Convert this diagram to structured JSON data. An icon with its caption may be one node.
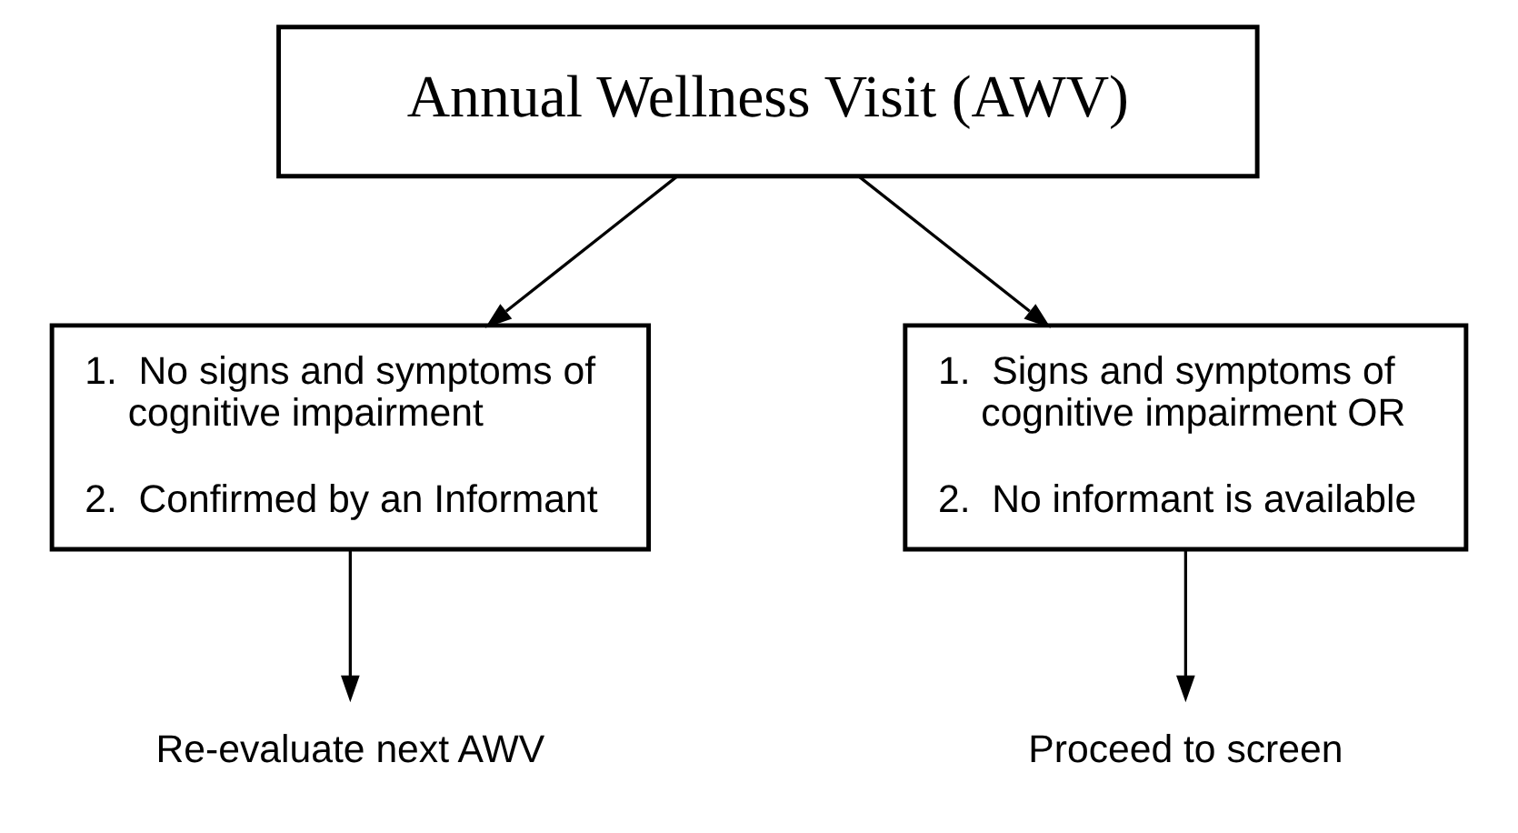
{
  "diagram": {
    "nodes": [
      {
        "text": [
          "Annual Wellness Visit (AWV)"
        ]
      },
      {
        "text": [
          "1.  No signs and symptoms of cognitive impairment",
          "2.  Confirmed by an Informant"
        ]
      },
      {
        "text": [
          "1.  Signs and symptoms of cognitive impairment OR",
          "2.  No informant is available"
        ]
      },
      {
        "text": [
          "Re-evaluate next AWV"
        ]
      },
      {
        "text": [
          "Proceed to screen"
        ]
      }
    ],
    "edges": [
      {
        "from": 0,
        "to": 1,
        "arrow": "to"
      },
      {
        "from": 0,
        "to": 2,
        "arrow": "to"
      },
      {
        "from": 1,
        "to": 3,
        "arrow": "to"
      },
      {
        "from": 2,
        "to": 4,
        "arrow": "to"
      }
    ]
  }
}
